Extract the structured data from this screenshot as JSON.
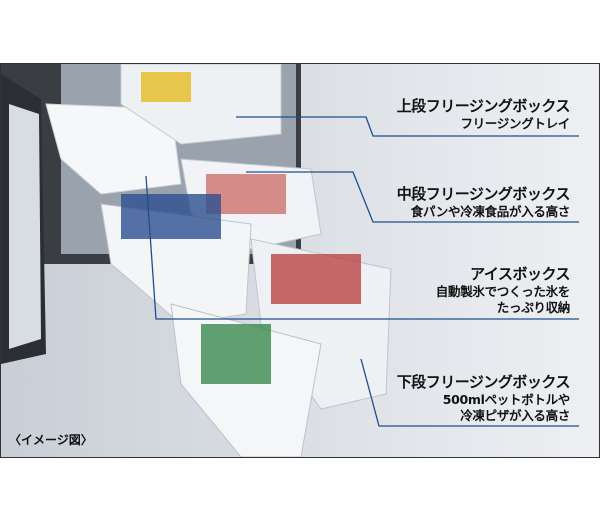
{
  "callouts": [
    {
      "title": "上段フリージングボックス",
      "lines": [
        "フリージングトレイ"
      ]
    },
    {
      "title": "中段フリージングボックス",
      "lines": [
        "食パンや冷凍食品が入る高さ"
      ]
    },
    {
      "title": "アイスボックス",
      "lines": [
        "自動製氷でつくった氷を",
        "たっぷり収納"
      ]
    },
    {
      "title": "下段フリージングボックス",
      "lines": [
        "500mlペットボトルや",
        "冷凍ピザが入る高さ"
      ]
    }
  ],
  "note": "〈イメージ図〉",
  "colors": {
    "leader_line": "#1f4e8c",
    "fridge_body": "#2e3136",
    "drawer": "#f4f6f8"
  }
}
